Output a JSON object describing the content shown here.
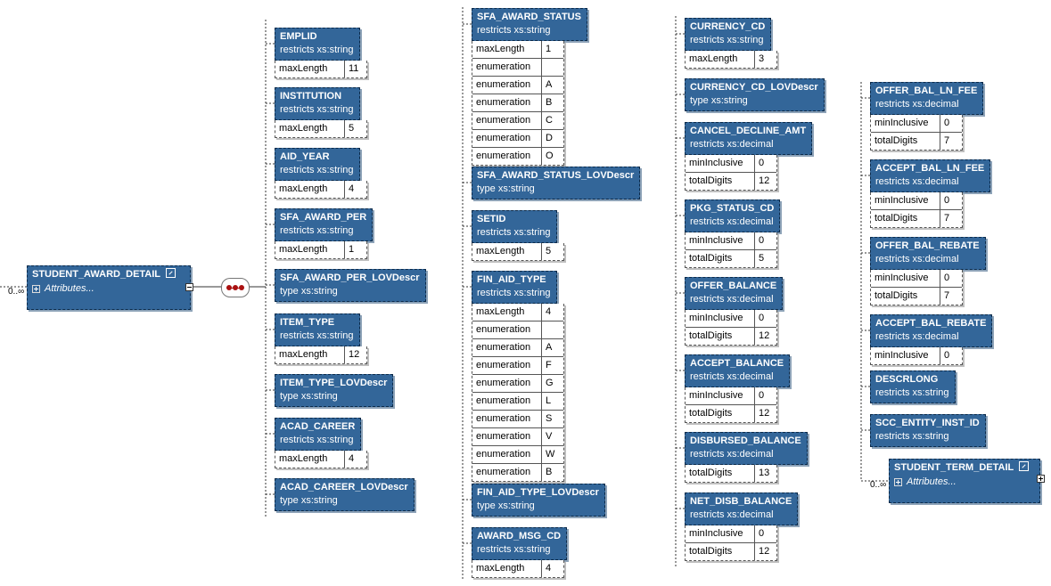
{
  "root": {
    "name": "STUDENT_AWARD_DETAIL",
    "cardinality": "0..∞",
    "attributes_label": "Attributes..."
  },
  "col1": [
    {
      "name": "EMPLID",
      "type": "restricts xs:string",
      "facets": [
        [
          "maxLength",
          "11"
        ]
      ]
    },
    {
      "name": "INSTITUTION",
      "type": "restricts xs:string",
      "facets": [
        [
          "maxLength",
          "5"
        ]
      ]
    },
    {
      "name": "AID_YEAR",
      "type": "restricts xs:string",
      "facets": [
        [
          "maxLength",
          "4"
        ]
      ]
    },
    {
      "name": "SFA_AWARD_PER",
      "type": "restricts xs:string",
      "facets": [
        [
          "maxLength",
          "1"
        ]
      ]
    },
    {
      "name": "SFA_AWARD_PER_LOVDescr",
      "type": "type xs:string",
      "facets": []
    },
    {
      "name": "ITEM_TYPE",
      "type": "restricts xs:string",
      "facets": [
        [
          "maxLength",
          "12"
        ]
      ]
    },
    {
      "name": "ITEM_TYPE_LOVDescr",
      "type": "type xs:string",
      "facets": []
    },
    {
      "name": "ACAD_CAREER",
      "type": "restricts xs:string",
      "facets": [
        [
          "maxLength",
          "4"
        ]
      ]
    },
    {
      "name": "ACAD_CAREER_LOVDescr",
      "type": "type xs:string",
      "facets": []
    }
  ],
  "col2": [
    {
      "name": "SFA_AWARD_STATUS",
      "type": "restricts xs:string",
      "facets": [
        [
          "maxLength",
          "1"
        ],
        [
          "enumeration",
          ""
        ],
        [
          "enumeration",
          "A"
        ],
        [
          "enumeration",
          "B"
        ],
        [
          "enumeration",
          "C"
        ],
        [
          "enumeration",
          "D"
        ],
        [
          "enumeration",
          "O"
        ]
      ]
    },
    {
      "name": "SFA_AWARD_STATUS_LOVDescr",
      "type": "type xs:string",
      "facets": []
    },
    {
      "name": "SETID",
      "type": "restricts xs:string",
      "facets": [
        [
          "maxLength",
          "5"
        ]
      ]
    },
    {
      "name": "FIN_AID_TYPE",
      "type": "restricts xs:string",
      "facets": [
        [
          "maxLength",
          "4"
        ],
        [
          "enumeration",
          ""
        ],
        [
          "enumeration",
          "A"
        ],
        [
          "enumeration",
          "F"
        ],
        [
          "enumeration",
          "G"
        ],
        [
          "enumeration",
          "L"
        ],
        [
          "enumeration",
          "S"
        ],
        [
          "enumeration",
          "V"
        ],
        [
          "enumeration",
          "W"
        ],
        [
          "enumeration",
          "B"
        ]
      ]
    },
    {
      "name": "FIN_AID_TYPE_LOVDescr",
      "type": "type xs:string",
      "facets": []
    },
    {
      "name": "AWARD_MSG_CD",
      "type": "restricts xs:string",
      "facets": [
        [
          "maxLength",
          "4"
        ]
      ]
    }
  ],
  "col3": [
    {
      "name": "CURRENCY_CD",
      "type": "restricts xs:string",
      "facets": [
        [
          "maxLength",
          "3"
        ]
      ]
    },
    {
      "name": "CURRENCY_CD_LOVDescr",
      "type": "type xs:string",
      "facets": []
    },
    {
      "name": "CANCEL_DECLINE_AMT",
      "type": "restricts xs:decimal",
      "facets": [
        [
          "minInclusive",
          "0"
        ],
        [
          "totalDigits",
          "12"
        ]
      ]
    },
    {
      "name": "PKG_STATUS_CD",
      "type": "restricts xs:decimal",
      "facets": [
        [
          "minInclusive",
          "0"
        ],
        [
          "totalDigits",
          "5"
        ]
      ]
    },
    {
      "name": "OFFER_BALANCE",
      "type": "restricts xs:decimal",
      "facets": [
        [
          "minInclusive",
          "0"
        ],
        [
          "totalDigits",
          "12"
        ]
      ]
    },
    {
      "name": "ACCEPT_BALANCE",
      "type": "restricts xs:decimal",
      "facets": [
        [
          "minInclusive",
          "0"
        ],
        [
          "totalDigits",
          "12"
        ]
      ]
    },
    {
      "name": "DISBURSED_BALANCE",
      "type": "restricts xs:decimal",
      "facets": [
        [
          "totalDigits",
          "13"
        ]
      ]
    },
    {
      "name": "NET_DISB_BALANCE",
      "type": "restricts xs:decimal",
      "facets": [
        [
          "minInclusive",
          "0"
        ],
        [
          "totalDigits",
          "12"
        ]
      ]
    }
  ],
  "col4": [
    {
      "name": "OFFER_BAL_LN_FEE",
      "type": "restricts xs:decimal",
      "facets": [
        [
          "minInclusive",
          "0"
        ],
        [
          "totalDigits",
          "7"
        ]
      ]
    },
    {
      "name": "ACCEPT_BAL_LN_FEE",
      "type": "restricts xs:decimal",
      "facets": [
        [
          "minInclusive",
          "0"
        ],
        [
          "totalDigits",
          "7"
        ]
      ]
    },
    {
      "name": "OFFER_BAL_REBATE",
      "type": "restricts xs:decimal",
      "facets": [
        [
          "minInclusive",
          "0"
        ],
        [
          "totalDigits",
          "7"
        ]
      ]
    },
    {
      "name": "ACCEPT_BAL_REBATE",
      "type": "restricts xs:decimal",
      "facets": [
        [
          "minInclusive",
          "0"
        ]
      ]
    },
    {
      "name": "DESCRLONG",
      "type": "restricts xs:string",
      "facets": []
    },
    {
      "name": "SCC_ENTITY_INST_ID",
      "type": "restricts xs:string",
      "facets": []
    }
  ],
  "child": {
    "name": "STUDENT_TERM_DETAIL",
    "cardinality": "0..∞",
    "attributes_label": "Attributes..."
  },
  "colors": {
    "element_fill": "#336699",
    "compositor": "#aa1111"
  }
}
